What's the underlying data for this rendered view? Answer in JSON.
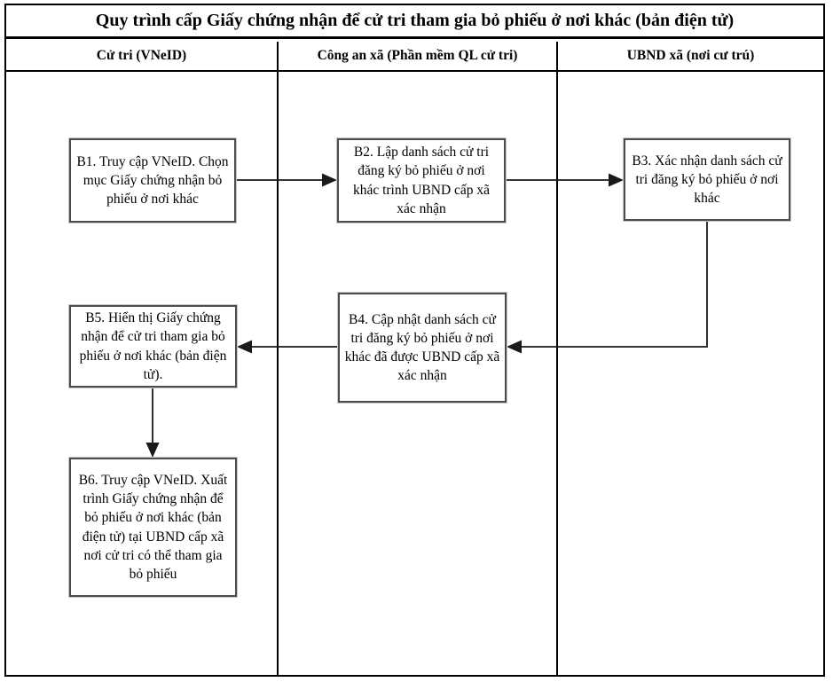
{
  "title": "Quy trình cấp Giấy chứng nhận để cử tri tham gia bỏ phiếu ở nơi khác (bản điện tử)",
  "lanes": [
    {
      "label": "Cử tri (VNeID)"
    },
    {
      "label": "Công an xã (Phần mềm QL cử tri)"
    },
    {
      "label": "UBND xã (nơi cư trú)"
    }
  ],
  "nodes": {
    "b1": {
      "text": "B1. Truy cập VNeID. Chọn mục Giấy chứng nhận bỏ phiếu ở nơi khác"
    },
    "b2": {
      "text": "B2. Lập danh sách cử tri đăng ký bỏ phiếu ở nơi khác trình UBND cấp xã xác nhận"
    },
    "b3": {
      "text": "B3. Xác nhận danh sách cử tri đăng ký bỏ phiếu ở nơi khác"
    },
    "b4": {
      "text": "B4. Cập nhật danh sách cử tri đăng ký bỏ phiếu ở nơi khác đã được UBND cấp xã xác nhận"
    },
    "b5": {
      "text": "B5. Hiển thị Giấy chứng nhận để cử tri tham gia bỏ phiếu ở nơi khác (bản điện tử)."
    },
    "b6": {
      "text": "B6. Truy cập VNeID. Xuất trình Giấy chứng nhận để bỏ phiếu ở nơi khác (bản điện tử) tại UBND cấp xã nơi cử tri có thể tham gia bỏ phiếu"
    }
  },
  "edges": [
    {
      "from": "B1",
      "to": "B2",
      "direction": "right"
    },
    {
      "from": "B2",
      "to": "B3",
      "direction": "right"
    },
    {
      "from": "B3",
      "to": "B4",
      "direction": "down-left"
    },
    {
      "from": "B4",
      "to": "B5",
      "direction": "left"
    },
    {
      "from": "B5",
      "to": "B6",
      "direction": "down"
    }
  ],
  "colors": {
    "outer_border": "#000000",
    "box_border": "#4d4d4d",
    "line": "#1a1a1a",
    "background": "#ffffff"
  }
}
